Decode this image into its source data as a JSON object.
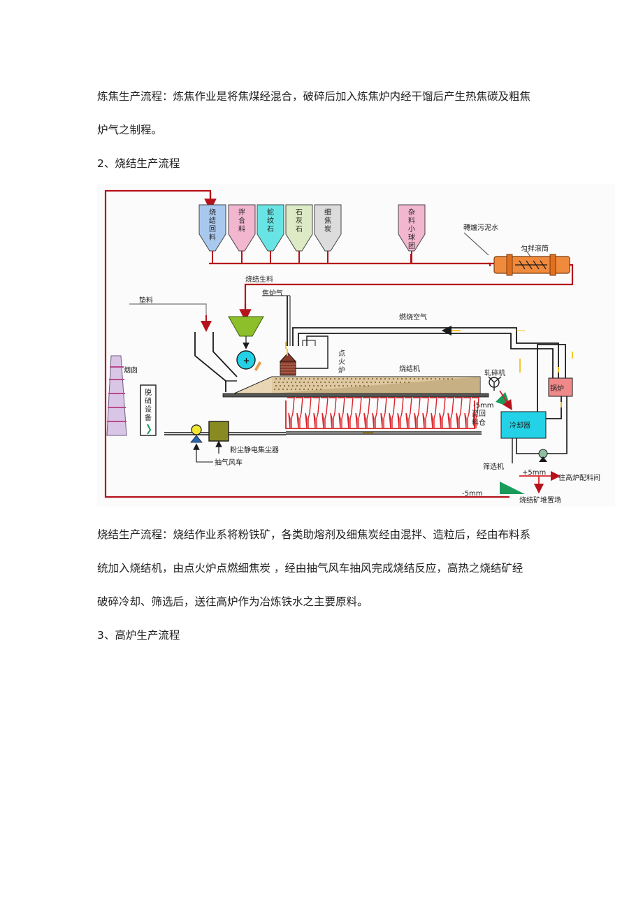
{
  "text": {
    "coking_line1": "炼焦生产流程：炼焦作业是将焦煤经混合，破碎后加入炼焦炉内经干馏后产生热焦碳及粗焦",
    "coking_line2": "炉气之制程。",
    "heading_sinter": "2、烧结生产流程",
    "sinter_line1": "烧结生产流程：烧结作业系将粉铁矿，各类助熔剂及细焦炭经由混拌、造粒后，经由布料系",
    "sinter_line2": "统加入烧结机，由点火炉点燃细焦炭 ，经由抽气风车抽风完成烧结反应，高热之烧结矿经",
    "sinter_line3": "破碎冷却、筛选后，送往高炉作为冶炼铁水之主要原料。",
    "heading_blast": "3、高炉生产流程"
  },
  "diagram": {
    "silos": [
      {
        "label": "烧结回料",
        "color": "#a9c8ee"
      },
      {
        "label": "拌合料",
        "color": "#f3b6cf"
      },
      {
        "label": "蛇纹石",
        "color": "#69e4e4"
      },
      {
        "label": "石灰石",
        "color": "#dcebc5"
      },
      {
        "label": "细焦炭",
        "color": "#dcdcdc"
      },
      {
        "label": "杂料小球团",
        "color": "#f3b6cf"
      }
    ],
    "labels": {
      "sludge": "轉爐污泥水",
      "mixer": "匀拌滾筒",
      "raw_feed": "烧结生料",
      "coke_gas": "焦炉气",
      "bedding": "垫料",
      "combustion_air": "燃烧空气",
      "ignition_furnace": "点火炉",
      "sinter_machine": "烧结机",
      "crusher": "轧碎机",
      "chimney": "烟囱",
      "denitration": "脱硝设备",
      "fines_minus5": "-5mm",
      "return_bin": "至回料仓",
      "cooler": "冷却器",
      "boiler": "锅炉",
      "precipitator": "粉尘静电集尘器",
      "exhaust_fan": "抽气风车",
      "screen": "筛选机",
      "plus5": "+5mm",
      "to_blast_furnace": "往高炉配料间",
      "minus5_bottom": "-5mm",
      "stockyard": "烧结矿堆置场"
    },
    "colors": {
      "red_line": "#b5121b",
      "black_line": "#1a1a1a",
      "gray_line": "#8c8c8c",
      "arrow_yellow": "#f2c21a",
      "hopper_green": "#8dbf2a",
      "cooler_cyan": "#23d2e6",
      "boiler_pink": "#f08a8a",
      "mixer_orange": "#f08a3c",
      "duct_red": "#d8232a",
      "collector_olive": "#8a8a22",
      "chimney_pink": "#d9c6e6"
    }
  }
}
